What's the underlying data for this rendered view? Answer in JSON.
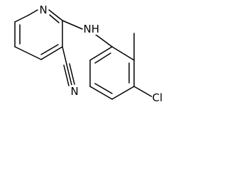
{
  "molecule": {
    "atoms": {
      "ring_nitrogen": "N",
      "amine": "NH",
      "nitrile_nitrogen": "N",
      "chlorine": "Cl"
    }
  }
}
